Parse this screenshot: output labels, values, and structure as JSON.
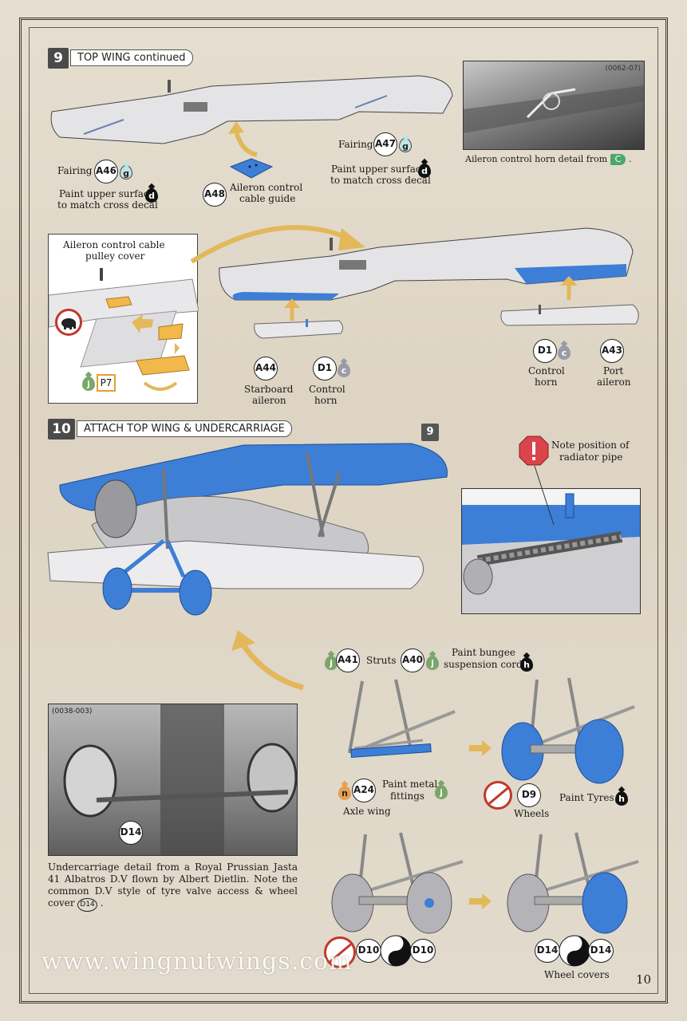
{
  "step9": {
    "number": "9",
    "title": "TOP WING continued",
    "fairing_left_label": "Fairing",
    "part_a46": "A46",
    "paint_a46": "g",
    "paint_upper_left": "Paint upper surface",
    "paint_upper_left_2": "to match cross decal",
    "paint_upper_left_code": "d",
    "part_a48": "A48",
    "aileron_guide_label": "Aileron control",
    "aileron_guide_label_2": "cable guide",
    "fairing_right_label": "Fairing",
    "part_a47": "A47",
    "paint_a47": "g",
    "paint_upper_right": "Paint upper surface",
    "paint_upper_right_2": "to match cross decal",
    "paint_upper_right_code": "d",
    "photo_ref": "(0062-07)",
    "photo_caption": "Aileron control horn detail from",
    "photo_caption_code": "C",
    "photo_caption_end": ".",
    "pulley_title": "Aileron control cable",
    "pulley_title_2": "pulley cover",
    "pulley_paint": "j",
    "pulley_part": "P7",
    "part_a44": "A44",
    "starboard_label": "Starboard",
    "starboard_label_2": "aileron",
    "part_d1_left": "D1",
    "paint_d1_left": "c",
    "control_horn_left": "Control",
    "control_horn_left_2": "horn",
    "part_d1_right": "D1",
    "paint_d1_right": "c",
    "control_horn_right": "Control",
    "control_horn_right_2": "horn",
    "part_a43": "A43",
    "port_label": "Port",
    "port_label_2": "aileron"
  },
  "step10": {
    "number": "10",
    "title": "ATTACH TOP WING & UNDERCARRIAGE",
    "ref_step": "9",
    "note_label": "Note position of",
    "note_label_2": "radiator pipe",
    "photo_ref": "(0038-003)",
    "photo_part": "D14",
    "caption": "Undercarriage detail from a Royal Prussian Jasta 41 Albatros D.V flown by Albert Dietlin. Note the common D.V style of tyre valve access & wheel cover",
    "caption_part": "D14",
    "caption_end": ".",
    "paint_a41": "j",
    "part_a41": "A41",
    "struts_label": "Struts",
    "part_a40": "A40",
    "paint_a40": "j",
    "bungee_label": "Paint bungee",
    "bungee_label_2": "suspension cord",
    "bungee_code": "h",
    "paint_a24": "n",
    "part_a24": "A24",
    "axle_label": "Axle wing",
    "metal_label": "Paint metal",
    "metal_label_2": "fittings",
    "metal_code": "j",
    "part_d9": "D9",
    "wheels_label": "Wheels",
    "tyres_label": "Paint Tyres",
    "tyres_code": "h",
    "part_d10_a": "D10",
    "part_d10_b": "D10",
    "part_d14_a": "D14",
    "part_d14_b": "D14",
    "wheel_covers_label": "Wheel covers"
  },
  "footer": {
    "website": "www.wingnutwings.com",
    "page_number": "10"
  },
  "colors": {
    "wing_blue": "#3d7ed6",
    "wing_grey": "#e4e4e6",
    "paint_g": "#bfe3e6",
    "paint_d": "#111111",
    "paint_c": "#9a9aa8",
    "paint_j": "#7ba66a",
    "paint_n": "#e6a050",
    "paint_h": "#111111",
    "arrow_gold": "#e3b85a"
  }
}
